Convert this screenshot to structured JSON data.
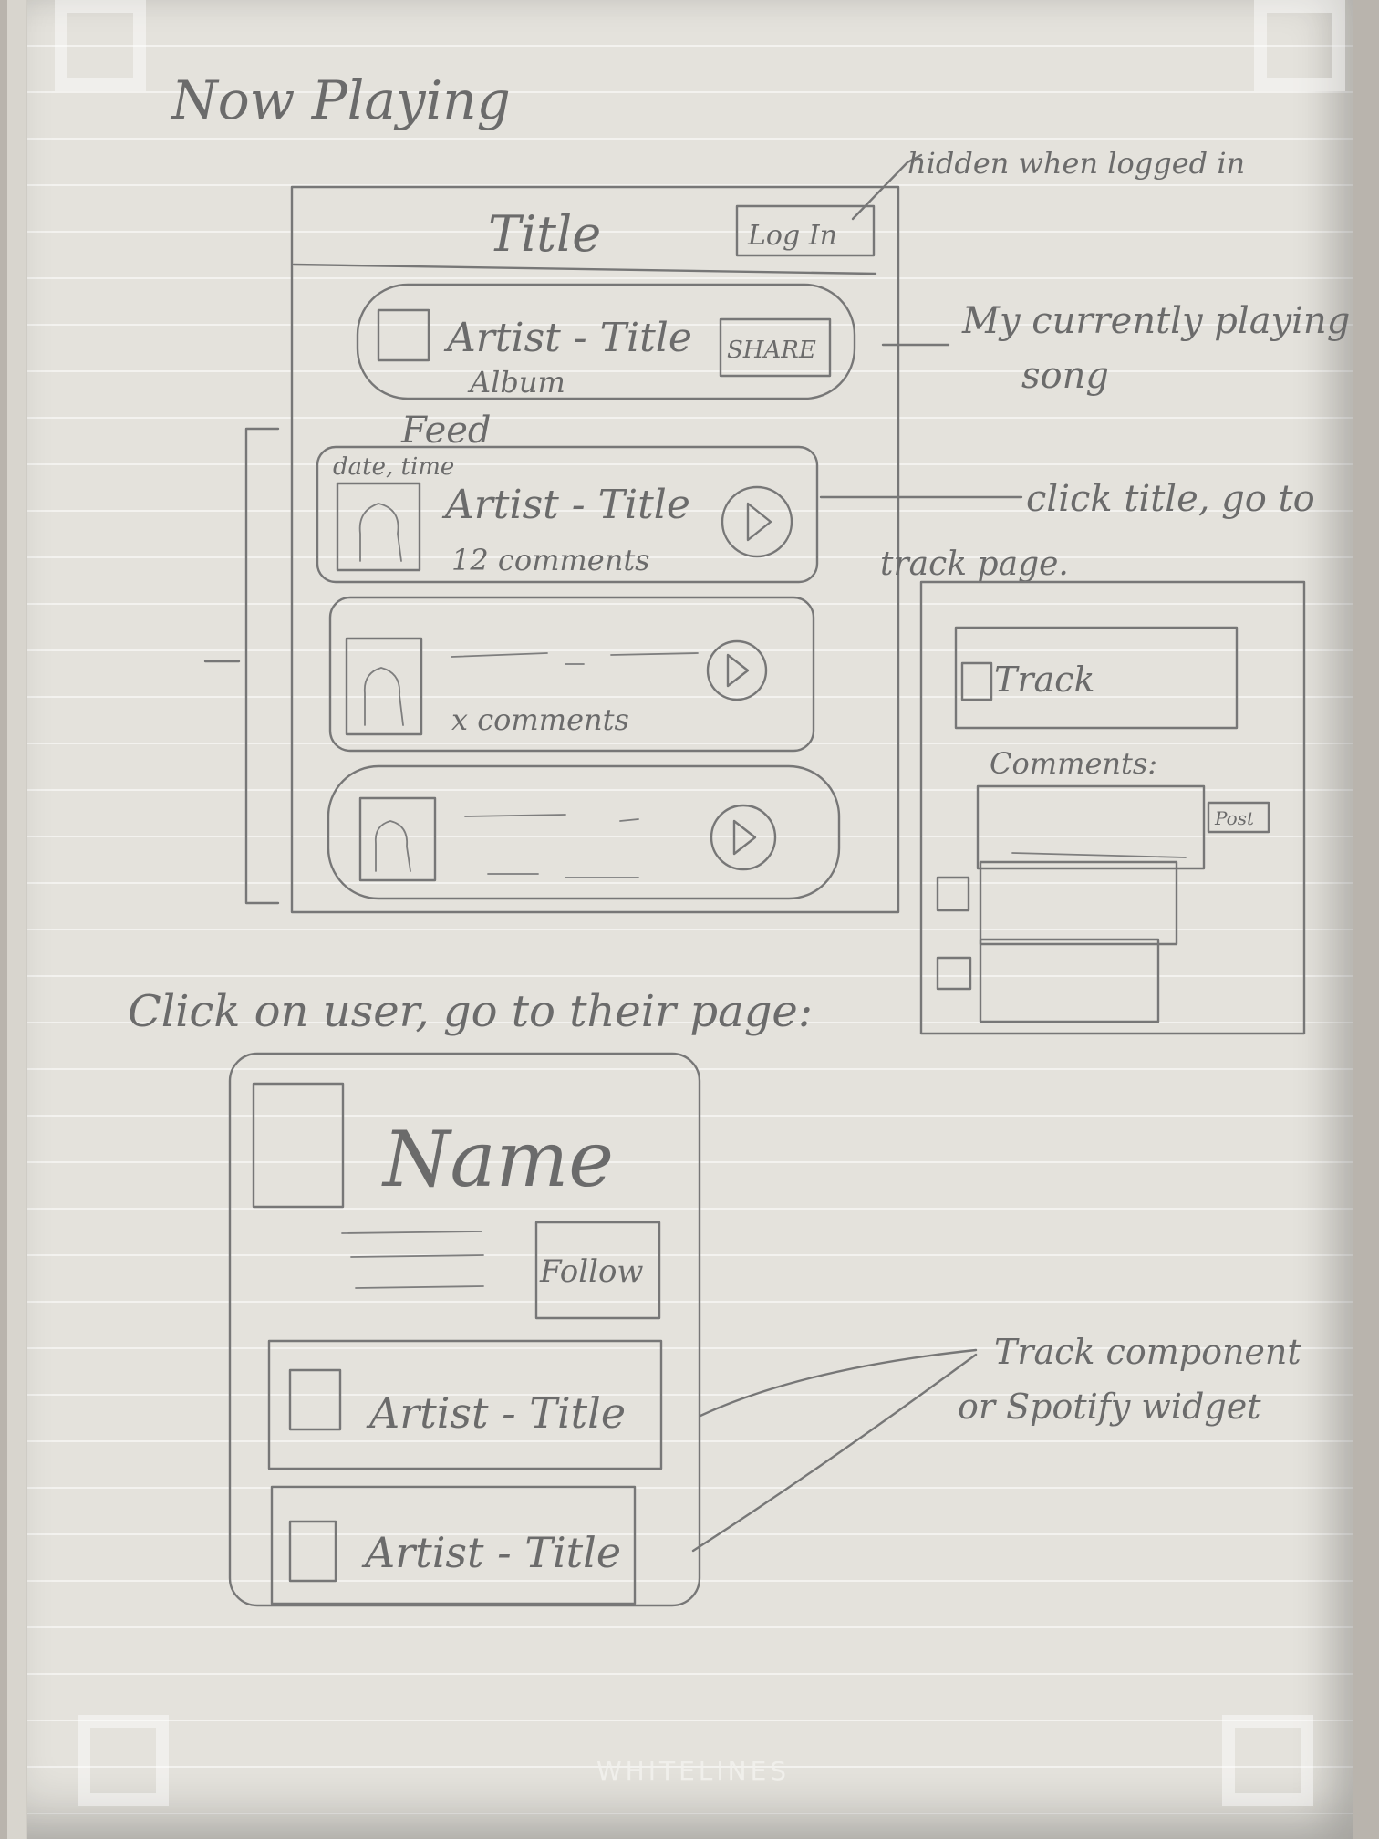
{
  "sketch": {
    "heading": "Now Playing",
    "main_screen": {
      "header_title": "Title",
      "login_button": "Log In",
      "login_note": "hidden when logged in",
      "now_playing_card": {
        "track": "Artist - Title",
        "album": "Album",
        "share_button": "SHARE",
        "note": [
          "My currently playing",
          "song"
        ]
      },
      "feed_label": "Feed",
      "feed_items": [
        {
          "meta": "date, time",
          "track": "Artist - Title",
          "comments": "12 comments"
        },
        {
          "meta": "",
          "track": "",
          "comments": "x comments"
        },
        {
          "meta": "",
          "track": "",
          "comments": ""
        }
      ],
      "feed_note": [
        "click title, go to",
        "track page."
      ]
    },
    "track_page": {
      "track_label": "Track",
      "comments_label": "Comments:",
      "post_button": "Post"
    },
    "user_page_caption": "Click on user, go to their page:",
    "user_page": {
      "name": "Name",
      "follow_button": "Follow",
      "tracks": [
        "Artist - Title",
        "Artist - Title"
      ],
      "note": [
        "Track component",
        "or Spotify widget"
      ]
    },
    "brand": "WHITELINES"
  }
}
